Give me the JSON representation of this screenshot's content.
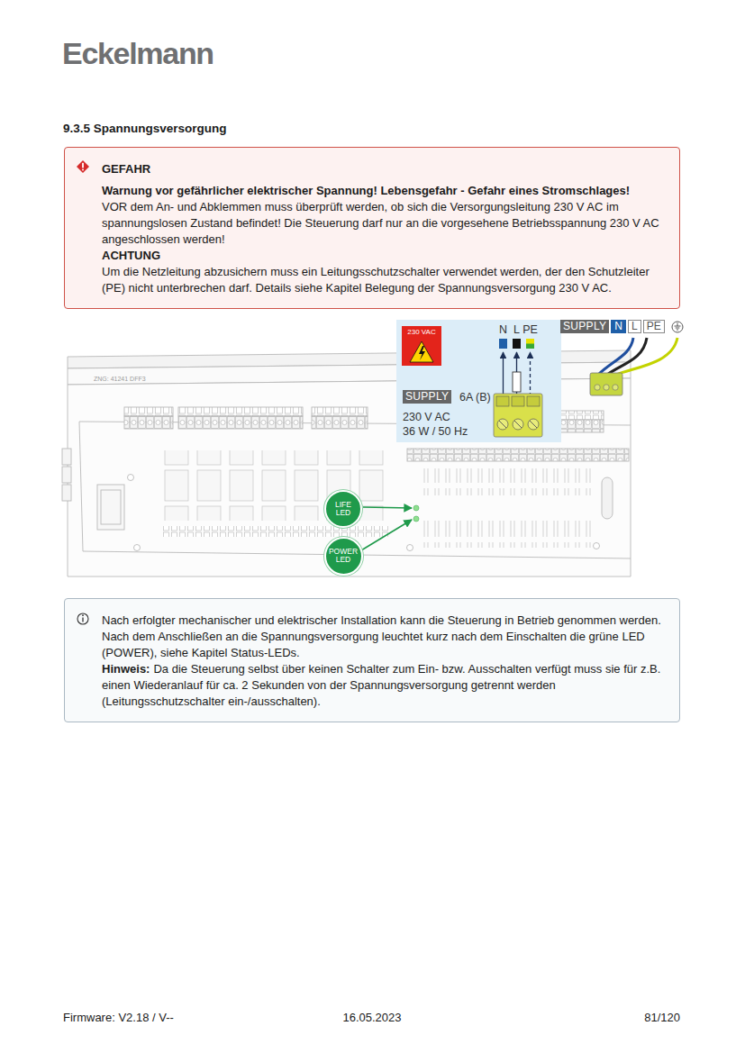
{
  "diagram": {
    "title": "9.3.5 Spannungsversorgung",
    "nodes": [
      {
        "text": [
          "GEFAHR",
          "Warnung vor gefährlicher elektrischer Spannung! Lebensgefahr - Gefahr eines Stromschlages!",
          "VOR dem An- und Abklemmen muss überprüft werden, ob sich die Versorgungsleitung 230 V AC im spannungslosen Zustand befindet! Die Steuerung darf nur an die vorgesehene Betriebsspannung 230 V AC angeschlossen werden!",
          "ACHTUNG",
          "Um die Netzleitung abzusichern muss ein Leitungsschutzschalter verwendet werden, der den Schutzleiter (PE) nicht unterbrechen darf. Details siehe Kapitel Belegung der Spannungsversorgung 230 V AC."
        ]
      },
      {
        "text": [
          "6A (B)",
          "230 V AC",
          "36 W / 50 Hz"
        ]
      },
      {
        "text": [
          "230 VAC"
        ],
        "in": 1
      },
      {
        "text": [
          "SUPPLY"
        ],
        "in": 1
      },
      {
        "text": [
          "SUPPLY"
        ]
      },
      {
        "text": [
          "LIFE LED"
        ]
      },
      {
        "text": [
          "POWER LED"
        ]
      },
      {
        "text": [
          "Nach erfolgter mechanischer und elektrischer Installation kann die Steuerung in Betrieb genommen werden. Nach dem Anschließen an die Spannungsversorgung leuchtet kurz nach dem Einschalten die grüne LED (POWER), siehe Kapitel Status-LEDs.",
          "Hinweis:",
          "Da die Steuerung selbst über keinen Schalter zum Ein- bzw. Ausschalten verfügt muss sie für z.B. einen Wiederanlauf für ca. 2 Sekunden von der Spannungsversorgung getrennt werden (Leitungsschutzschalter ein-/ausschalten)."
        ]
      }
    ],
    "labels": [
      "Eckelmann",
      "ZNG: 41241 DFF3",
      "N",
      "L",
      "PE",
      "N",
      "L",
      "PE",
      "Firmware: V2.18 / V--",
      "16.05.2023",
      "81/120"
    ]
  }
}
